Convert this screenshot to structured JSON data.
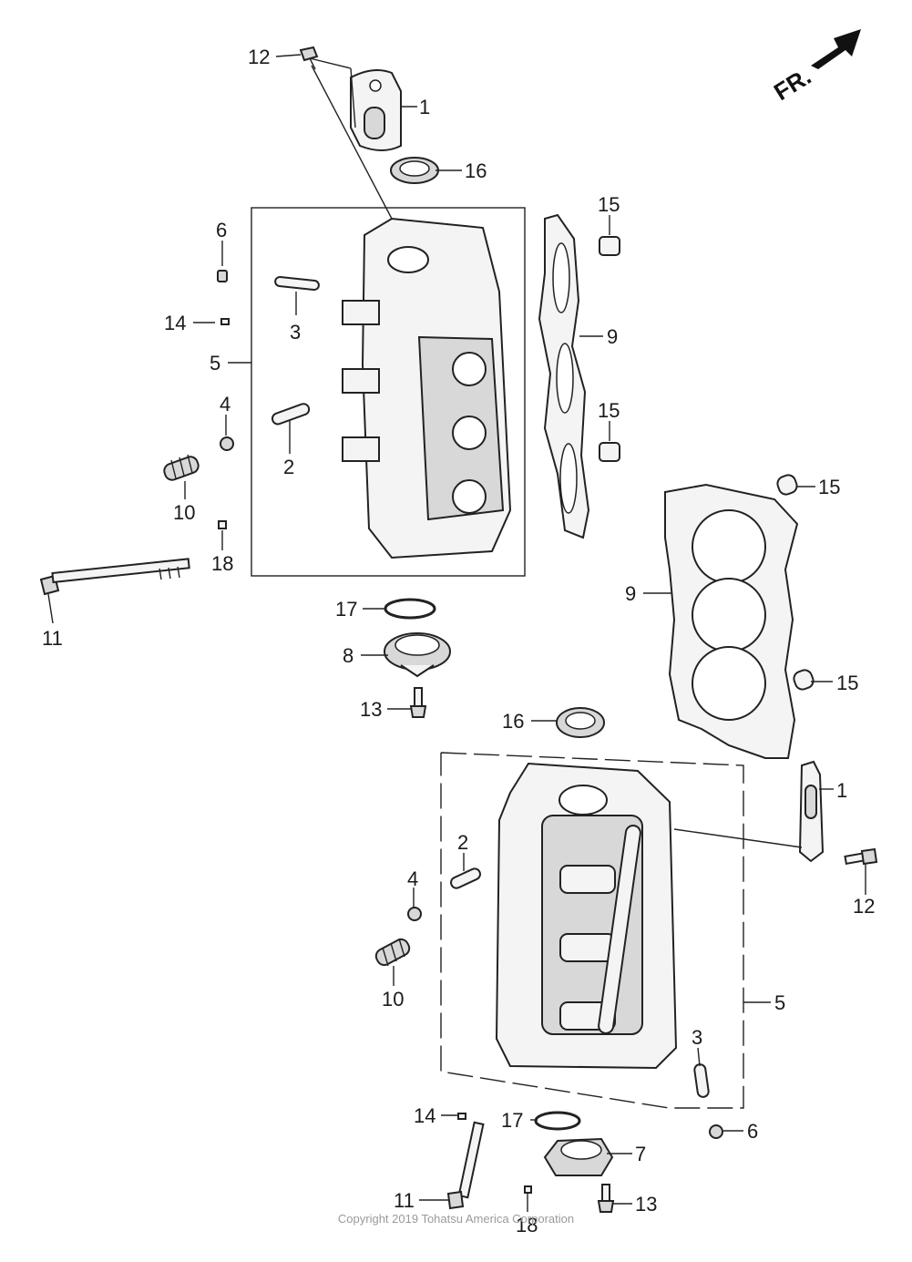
{
  "direction_label": "FR.",
  "copyright": "Copyright 2019 Tohatsu America Corporation",
  "callouts": {
    "c1a": "12",
    "c1b": "1",
    "c1c": "16",
    "c1d": "15",
    "c1e": "6",
    "c1f": "3",
    "c1g": "14",
    "c1h": "9",
    "c1i": "5",
    "c1j": "4",
    "c1k": "15",
    "c1l": "2",
    "c1m": "10",
    "c1n": "15",
    "c1o": "18",
    "c1p": "11",
    "c1q": "17",
    "c1r": "9",
    "c1s": "8",
    "c1t": "15",
    "c1u": "13",
    "c1v": "16",
    "c2a": "1",
    "c2b": "2",
    "c2c": "4",
    "c2d": "12",
    "c2e": "10",
    "c2f": "5",
    "c2g": "3",
    "c2h": "14",
    "c2i": "17",
    "c2j": "6",
    "c2k": "7",
    "c2l": "11",
    "c2m": "13",
    "c2n": "18"
  }
}
